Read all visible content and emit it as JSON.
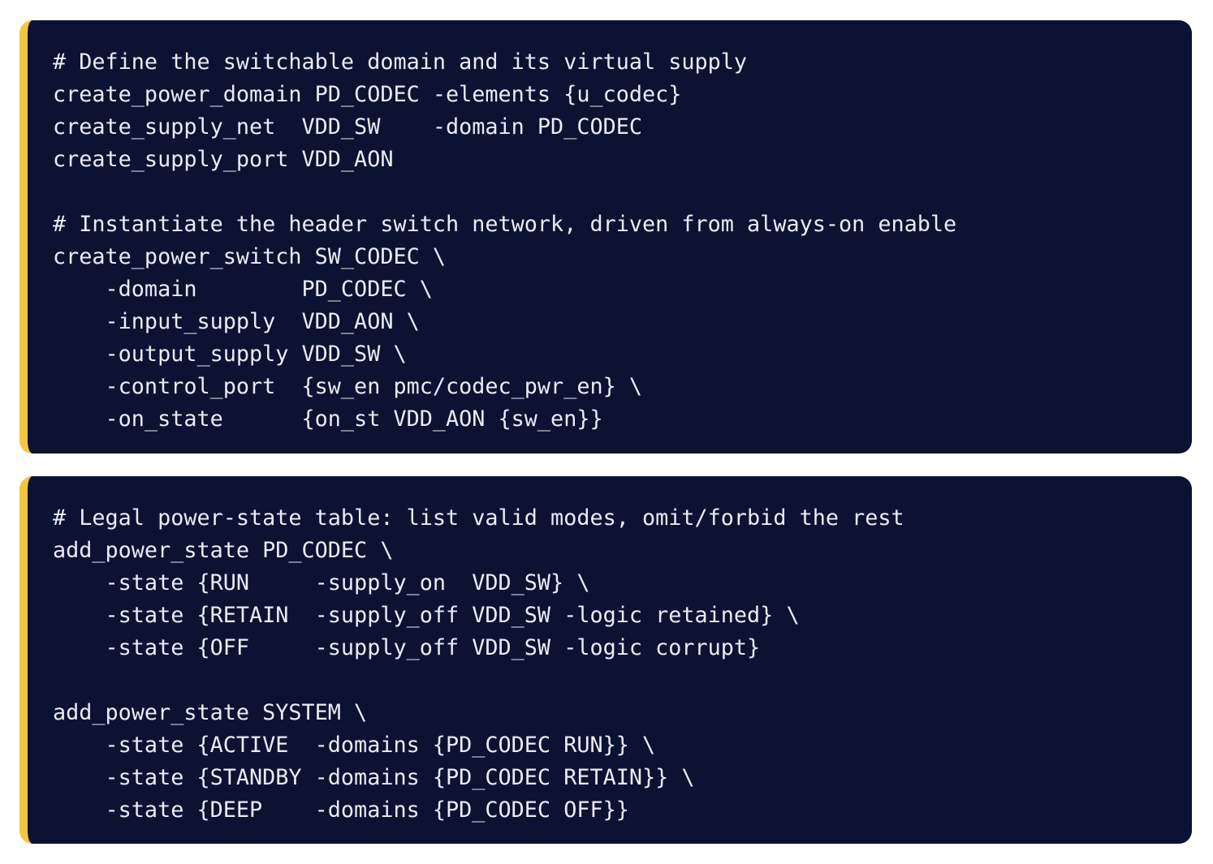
{
  "colors": {
    "block_background": "#0c1232",
    "accent_bar": "#f5c542",
    "text": "#e9ecf3",
    "page_background": "#ffffff"
  },
  "code_blocks": [
    {
      "lines": [
        "# Define the switchable domain and its virtual supply",
        "create_power_domain PD_CODEC -elements {u_codec}",
        "create_supply_net  VDD_SW    -domain PD_CODEC",
        "create_supply_port VDD_AON",
        "",
        "# Instantiate the header switch network, driven from always-on enable",
        "create_power_switch SW_CODEC \\",
        "    -domain        PD_CODEC \\",
        "    -input_supply  VDD_AON \\",
        "    -output_supply VDD_SW \\",
        "    -control_port  {sw_en pmc/codec_pwr_en} \\",
        "    -on_state      {on_st VDD_AON {sw_en}}"
      ]
    },
    {
      "lines": [
        "# Legal power-state table: list valid modes, omit/forbid the rest",
        "add_power_state PD_CODEC \\",
        "    -state {RUN     -supply_on  VDD_SW} \\",
        "    -state {RETAIN  -supply_off VDD_SW -logic retained} \\",
        "    -state {OFF     -supply_off VDD_SW -logic corrupt}",
        "",
        "add_power_state SYSTEM \\",
        "    -state {ACTIVE  -domains {PD_CODEC RUN}} \\",
        "    -state {STANDBY -domains {PD_CODEC RETAIN}} \\",
        "    -state {DEEP    -domains {PD_CODEC OFF}}"
      ]
    }
  ]
}
